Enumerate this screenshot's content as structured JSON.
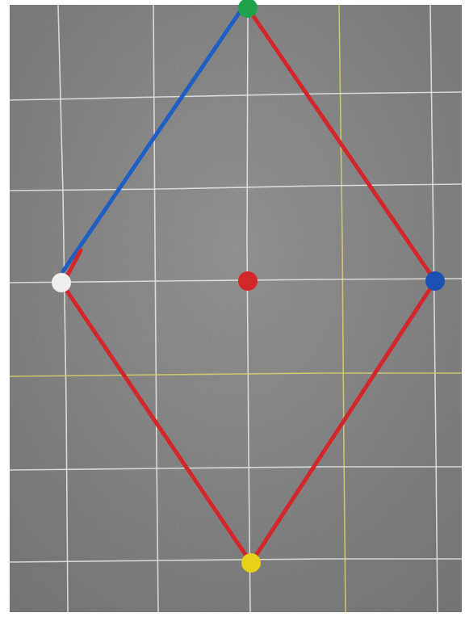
{
  "scene": {
    "description_type": "photograph",
    "colors": {
      "felt_base": "#8a8a8a",
      "felt_dark": "#6f6f6f",
      "felt_light": "#a3a3a3",
      "grid_white": "#e9e9e2",
      "grid_yellow": "#d8d26a",
      "rope_red": "#d3262b",
      "rope_blue": "#1f5fc4",
      "dot_green": "#1fa24a",
      "dot_white": "#efefef",
      "dot_red": "#d3262b",
      "dot_blue": "#1d4fb3",
      "dot_yellow": "#e6d21a",
      "border_white": "#ffffff"
    },
    "markers": [
      {
        "name": "top-green-dot",
        "color_key": "dot_green"
      },
      {
        "name": "left-white-dot",
        "color_key": "dot_white"
      },
      {
        "name": "center-red-dot",
        "color_key": "dot_red"
      },
      {
        "name": "right-blue-dot",
        "color_key": "dot_blue"
      },
      {
        "name": "bottom-yellow-dot",
        "color_key": "dot_yellow"
      }
    ],
    "ropes": [
      {
        "name": "blue-rope-segment",
        "color_key": "rope_blue",
        "from": "left-white-dot",
        "to": "top-green-dot"
      },
      {
        "name": "red-rope-top-right",
        "color_key": "rope_red",
        "from": "top-green-dot",
        "to": "right-blue-dot"
      },
      {
        "name": "red-rope-bottom-right",
        "color_key": "rope_red",
        "from": "right-blue-dot",
        "to": "bottom-yellow-dot"
      },
      {
        "name": "red-rope-bottom-left",
        "color_key": "rope_red",
        "from": "bottom-yellow-dot",
        "to": "left-white-dot"
      },
      {
        "name": "red-rope-left-short",
        "color_key": "rope_red",
        "from": "left-white-dot",
        "to": "top-green-dot"
      }
    ]
  }
}
